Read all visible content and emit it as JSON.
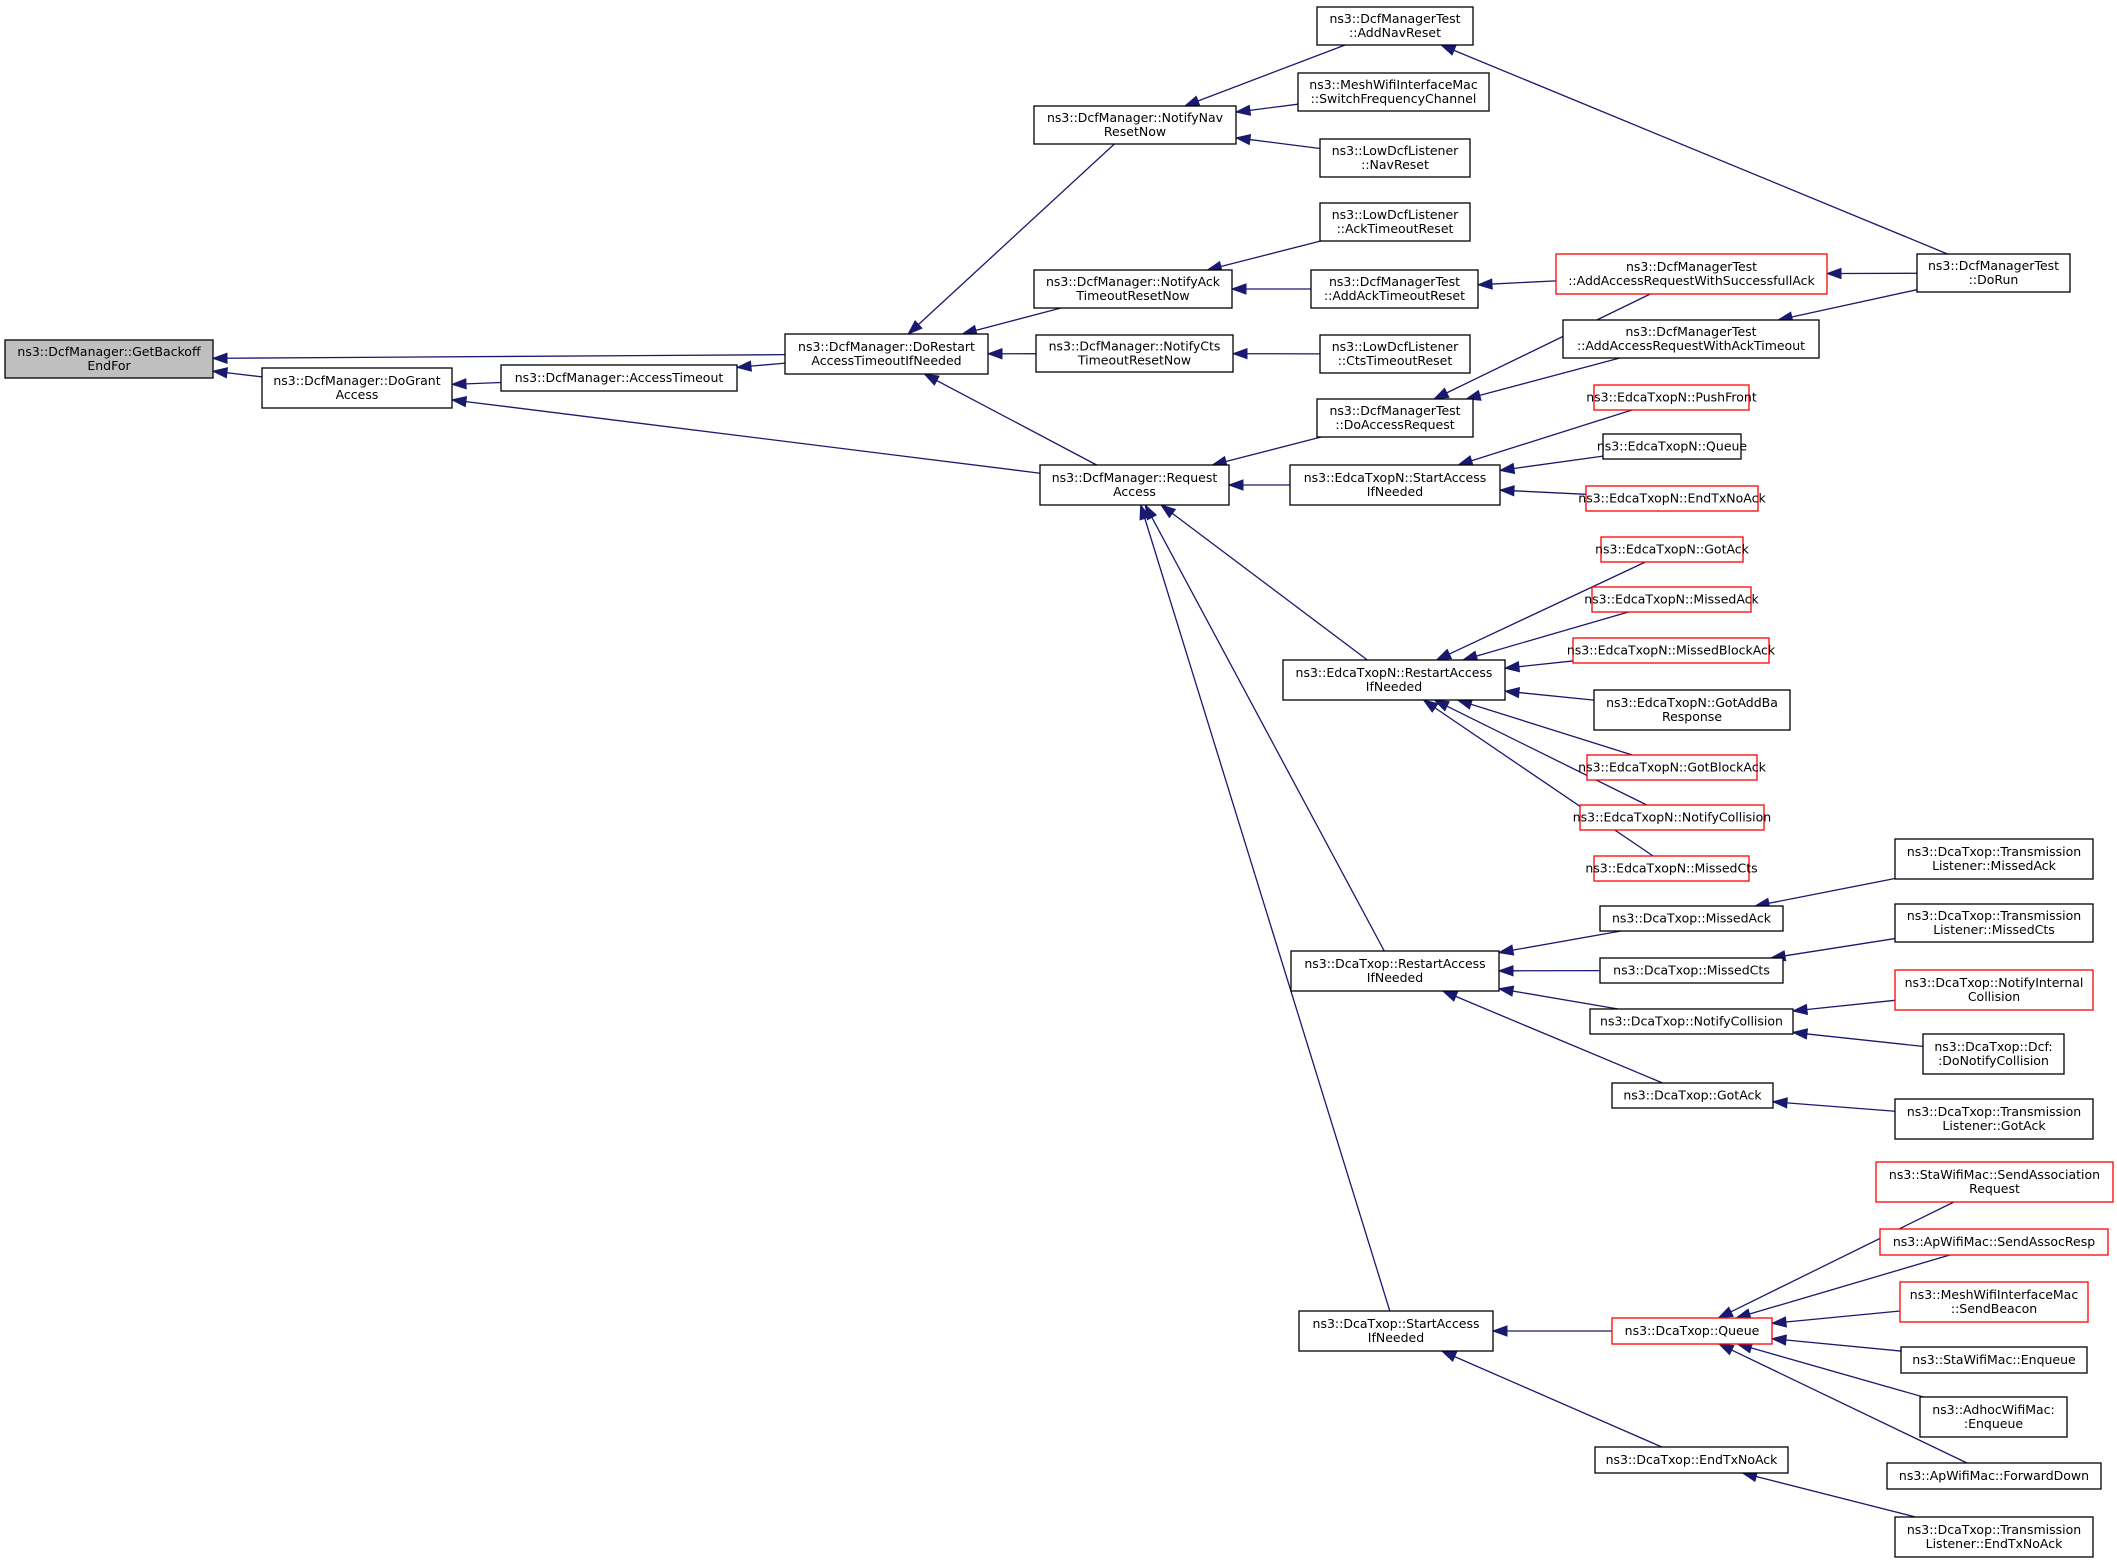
{
  "graph": {
    "nodes": [
      {
        "id": "n_root",
        "lines": [
          "ns3::DcfManager::GetBackoff",
          "EndFor"
        ],
        "border": "root"
      },
      {
        "id": "n_dogrant",
        "lines": [
          "ns3::DcfManager::DoGrant",
          "Access"
        ],
        "border": "black"
      },
      {
        "id": "n_accesstimeout",
        "lines": [
          "ns3::DcfManager::AccessTimeout"
        ],
        "border": "black"
      },
      {
        "id": "n_dorestart",
        "lines": [
          "ns3::DcfManager::DoRestart",
          "AccessTimeoutIfNeeded"
        ],
        "border": "black"
      },
      {
        "id": "n_requestaccess",
        "lines": [
          "ns3::DcfManager::Request",
          "Access"
        ],
        "border": "black"
      },
      {
        "id": "n_notifynav",
        "lines": [
          "ns3::DcfManager::NotifyNav",
          "ResetNow"
        ],
        "border": "black"
      },
      {
        "id": "n_notifyack",
        "lines": [
          "ns3::DcfManager::NotifyAck",
          "TimeoutResetNow"
        ],
        "border": "black"
      },
      {
        "id": "n_notifycts",
        "lines": [
          "ns3::DcfManager::NotifyCts",
          "TimeoutResetNow"
        ],
        "border": "black"
      },
      {
        "id": "n_addnavreset",
        "lines": [
          "ns3::DcfManagerTest",
          "::AddNavReset"
        ],
        "border": "black"
      },
      {
        "id": "n_switchfreq",
        "lines": [
          "ns3::MeshWifiInterfaceMac",
          "::SwitchFrequencyChannel"
        ],
        "border": "black"
      },
      {
        "id": "n_navreset",
        "lines": [
          "ns3::LowDcfListener",
          "::NavReset"
        ],
        "border": "black"
      },
      {
        "id": "n_acktimeoutreset",
        "lines": [
          "ns3::LowDcfListener",
          "::AckTimeoutReset"
        ],
        "border": "black"
      },
      {
        "id": "n_addacktimeoutreset",
        "lines": [
          "ns3::DcfManagerTest",
          "::AddAckTimeoutReset"
        ],
        "border": "black"
      },
      {
        "id": "n_ctstimeoutreset",
        "lines": [
          "ns3::LowDcfListener",
          "::CtsTimeoutReset"
        ],
        "border": "black"
      },
      {
        "id": "n_doaccessrequest",
        "lines": [
          "ns3::DcfManagerTest",
          "::DoAccessRequest"
        ],
        "border": "black"
      },
      {
        "id": "n_addaccessreqsucc",
        "lines": [
          "ns3::DcfManagerTest",
          "::AddAccessRequestWithSuccessfullAck"
        ],
        "border": "red"
      },
      {
        "id": "n_addaccessreqack",
        "lines": [
          "ns3::DcfManagerTest",
          "::AddAccessRequestWithAckTimeout"
        ],
        "border": "black"
      },
      {
        "id": "n_dorun",
        "lines": [
          "ns3::DcfManagerTest",
          "::DoRun"
        ],
        "border": "black"
      },
      {
        "id": "n_edca_startaccess",
        "lines": [
          "ns3::EdcaTxopN::StartAccess",
          "IfNeeded"
        ],
        "border": "black"
      },
      {
        "id": "n_edca_pushfront",
        "lines": [
          "ns3::EdcaTxopN::PushFront"
        ],
        "border": "red"
      },
      {
        "id": "n_edca_queue",
        "lines": [
          "ns3::EdcaTxopN::Queue"
        ],
        "border": "black"
      },
      {
        "id": "n_edca_endtxnoack",
        "lines": [
          "ns3::EdcaTxopN::EndTxNoAck"
        ],
        "border": "red"
      },
      {
        "id": "n_edca_restart",
        "lines": [
          "ns3::EdcaTxopN::RestartAccess",
          "IfNeeded"
        ],
        "border": "black"
      },
      {
        "id": "n_edca_gotack",
        "lines": [
          "ns3::EdcaTxopN::GotAck"
        ],
        "border": "red"
      },
      {
        "id": "n_edca_missedack",
        "lines": [
          "ns3::EdcaTxopN::MissedAck"
        ],
        "border": "red"
      },
      {
        "id": "n_edca_missedblockack",
        "lines": [
          "ns3::EdcaTxopN::MissedBlockAck"
        ],
        "border": "red"
      },
      {
        "id": "n_edca_gotaddba",
        "lines": [
          "ns3::EdcaTxopN::GotAddBa",
          "Response"
        ],
        "border": "black"
      },
      {
        "id": "n_edca_gotblockack",
        "lines": [
          "ns3::EdcaTxopN::GotBlockAck"
        ],
        "border": "red"
      },
      {
        "id": "n_edca_notifycollision",
        "lines": [
          "ns3::EdcaTxopN::NotifyCollision"
        ],
        "border": "red"
      },
      {
        "id": "n_edca_missedcts",
        "lines": [
          "ns3::EdcaTxopN::MissedCts"
        ],
        "border": "red"
      },
      {
        "id": "n_dca_restart",
        "lines": [
          "ns3::DcaTxop::RestartAccess",
          "IfNeeded"
        ],
        "border": "black"
      },
      {
        "id": "n_dca_missedack",
        "lines": [
          "ns3::DcaTxop::MissedAck"
        ],
        "border": "black"
      },
      {
        "id": "n_dca_missedcts",
        "lines": [
          "ns3::DcaTxop::MissedCts"
        ],
        "border": "black"
      },
      {
        "id": "n_dca_notifycollision",
        "lines": [
          "ns3::DcaTxop::NotifyCollision"
        ],
        "border": "black"
      },
      {
        "id": "n_dca_gotack",
        "lines": [
          "ns3::DcaTxop::GotAck"
        ],
        "border": "black"
      },
      {
        "id": "n_tl_missedack",
        "lines": [
          "ns3::DcaTxop::Transmission",
          "Listener::MissedAck"
        ],
        "border": "black"
      },
      {
        "id": "n_tl_missedcts",
        "lines": [
          "ns3::DcaTxop::Transmission",
          "Listener::MissedCts"
        ],
        "border": "black"
      },
      {
        "id": "n_dca_notifyinternal",
        "lines": [
          "ns3::DcaTxop::NotifyInternal",
          "Collision"
        ],
        "border": "red"
      },
      {
        "id": "n_dcf_donotifycollision",
        "lines": [
          "ns3::DcaTxop::Dcf:",
          ":DoNotifyCollision"
        ],
        "border": "black"
      },
      {
        "id": "n_tl_gotack",
        "lines": [
          "ns3::DcaTxop::Transmission",
          "Listener::GotAck"
        ],
        "border": "black"
      },
      {
        "id": "n_dca_startaccess",
        "lines": [
          "ns3::DcaTxop::StartAccess",
          "IfNeeded"
        ],
        "border": "black"
      },
      {
        "id": "n_dca_queue",
        "lines": [
          "ns3::DcaTxop::Queue"
        ],
        "border": "red"
      },
      {
        "id": "n_dca_endtxnoack",
        "lines": [
          "ns3::DcaTxop::EndTxNoAck"
        ],
        "border": "black"
      },
      {
        "id": "n_tl_endtxnoack",
        "lines": [
          "ns3::DcaTxop::Transmission",
          "Listener::EndTxNoAck"
        ],
        "border": "black"
      },
      {
        "id": "n_sta_sendassoc",
        "lines": [
          "ns3::StaWifiMac::SendAssociation",
          "Request"
        ],
        "border": "red"
      },
      {
        "id": "n_ap_sendassocresp",
        "lines": [
          "ns3::ApWifiMac::SendAssocResp"
        ],
        "border": "red"
      },
      {
        "id": "n_mesh_sendbeacon",
        "lines": [
          "ns3::MeshWifiInterfaceMac",
          "::SendBeacon"
        ],
        "border": "red"
      },
      {
        "id": "n_sta_enqueue",
        "lines": [
          "ns3::StaWifiMac::Enqueue"
        ],
        "border": "black"
      },
      {
        "id": "n_adhoc_enqueue",
        "lines": [
          "ns3::AdhocWifiMac:",
          ":Enqueue"
        ],
        "border": "black"
      },
      {
        "id": "n_ap_forwarddown",
        "lines": [
          "ns3::ApWifiMac::ForwardDown"
        ],
        "border": "black"
      }
    ],
    "edges": [
      {
        "to": "n_root",
        "from": "n_dogrant"
      },
      {
        "to": "n_root",
        "from": "n_dorestart"
      },
      {
        "to": "n_dogrant",
        "from": "n_accesstimeout"
      },
      {
        "to": "n_dogrant",
        "from": "n_requestaccess"
      },
      {
        "to": "n_accesstimeout",
        "from": "n_dorestart"
      },
      {
        "to": "n_dorestart",
        "from": "n_notifynav"
      },
      {
        "to": "n_dorestart",
        "from": "n_notifyack"
      },
      {
        "to": "n_dorestart",
        "from": "n_notifycts"
      },
      {
        "to": "n_dorestart",
        "from": "n_requestaccess"
      },
      {
        "to": "n_notifynav",
        "from": "n_addnavreset"
      },
      {
        "to": "n_notifynav",
        "from": "n_switchfreq"
      },
      {
        "to": "n_notifynav",
        "from": "n_navreset"
      },
      {
        "to": "n_notifyack",
        "from": "n_acktimeoutreset"
      },
      {
        "to": "n_notifyack",
        "from": "n_addacktimeoutreset"
      },
      {
        "to": "n_notifycts",
        "from": "n_ctstimeoutreset"
      },
      {
        "to": "n_addnavreset",
        "from": "n_dorun"
      },
      {
        "to": "n_addacktimeoutreset",
        "from": "n_addaccessreqsucc"
      },
      {
        "to": "n_addaccessreqsucc",
        "from": "n_dorun"
      },
      {
        "to": "n_addaccessreqack",
        "from": "n_dorun"
      },
      {
        "to": "n_doaccessrequest",
        "from": "n_addaccessreqsucc"
      },
      {
        "to": "n_doaccessrequest",
        "from": "n_addaccessreqack"
      },
      {
        "to": "n_requestaccess",
        "from": "n_doaccessrequest"
      },
      {
        "to": "n_requestaccess",
        "from": "n_edca_startaccess"
      },
      {
        "to": "n_requestaccess",
        "from": "n_edca_restart"
      },
      {
        "to": "n_requestaccess",
        "from": "n_dca_restart"
      },
      {
        "to": "n_requestaccess",
        "from": "n_dca_startaccess"
      },
      {
        "to": "n_edca_startaccess",
        "from": "n_edca_pushfront"
      },
      {
        "to": "n_edca_startaccess",
        "from": "n_edca_queue"
      },
      {
        "to": "n_edca_startaccess",
        "from": "n_edca_endtxnoack"
      },
      {
        "to": "n_edca_restart",
        "from": "n_edca_gotack"
      },
      {
        "to": "n_edca_restart",
        "from": "n_edca_missedack"
      },
      {
        "to": "n_edca_restart",
        "from": "n_edca_missedblockack"
      },
      {
        "to": "n_edca_restart",
        "from": "n_edca_gotaddba"
      },
      {
        "to": "n_edca_restart",
        "from": "n_edca_gotblockack"
      },
      {
        "to": "n_edca_restart",
        "from": "n_edca_notifycollision"
      },
      {
        "to": "n_edca_restart",
        "from": "n_edca_missedcts"
      },
      {
        "to": "n_dca_restart",
        "from": "n_dca_missedack"
      },
      {
        "to": "n_dca_restart",
        "from": "n_dca_missedcts"
      },
      {
        "to": "n_dca_restart",
        "from": "n_dca_notifycollision"
      },
      {
        "to": "n_dca_restart",
        "from": "n_dca_gotack"
      },
      {
        "to": "n_dca_missedack",
        "from": "n_tl_missedack"
      },
      {
        "to": "n_dca_missedcts",
        "from": "n_tl_missedcts"
      },
      {
        "to": "n_dca_notifycollision",
        "from": "n_dca_notifyinternal"
      },
      {
        "to": "n_dca_notifycollision",
        "from": "n_dcf_donotifycollision"
      },
      {
        "to": "n_dca_gotack",
        "from": "n_tl_gotack"
      },
      {
        "to": "n_dca_startaccess",
        "from": "n_dca_queue"
      },
      {
        "to": "n_dca_startaccess",
        "from": "n_dca_endtxnoack"
      },
      {
        "to": "n_dca_endtxnoack",
        "from": "n_tl_endtxnoack"
      },
      {
        "to": "n_dca_queue",
        "from": "n_sta_sendassoc"
      },
      {
        "to": "n_dca_queue",
        "from": "n_ap_sendassocresp"
      },
      {
        "to": "n_dca_queue",
        "from": "n_mesh_sendbeacon"
      },
      {
        "to": "n_dca_queue",
        "from": "n_sta_enqueue"
      },
      {
        "to": "n_dca_queue",
        "from": "n_adhoc_enqueue"
      },
      {
        "to": "n_dca_queue",
        "from": "n_ap_forwarddown"
      }
    ],
    "colors": {
      "edge": "#191970",
      "node_border": "#000000",
      "red_border": "#ff0000",
      "root_fill": "#bfbfbf"
    }
  }
}
